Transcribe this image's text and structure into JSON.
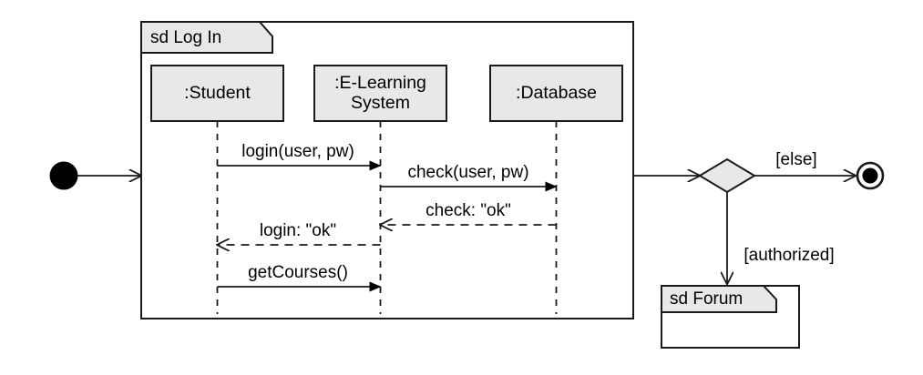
{
  "diagram": {
    "type": "uml-sequence-activity",
    "title_frame": {
      "label": "sd Log In"
    },
    "lifelines": [
      {
        "name": "student",
        "label": ":Student",
        "label_line2": ""
      },
      {
        "name": "elearning-system",
        "label": ":E-Learning",
        "label_line2": "System"
      },
      {
        "name": "database",
        "label": ":Database",
        "label_line2": ""
      }
    ],
    "messages": [
      {
        "name": "login-call",
        "label": "login(user, pw)",
        "style": "call",
        "direction": "right"
      },
      {
        "name": "check-call",
        "label": "check(user, pw)",
        "style": "call",
        "direction": "right"
      },
      {
        "name": "check-return",
        "label": "check: \"ok\"",
        "style": "return",
        "direction": "left"
      },
      {
        "name": "login-return",
        "label": "login: \"ok\"",
        "style": "return",
        "direction": "left"
      },
      {
        "name": "getcourses-call",
        "label": "getCourses()",
        "style": "call",
        "direction": "right"
      }
    ],
    "nodes": {
      "initial_node": {
        "name": "initial-node",
        "label": ""
      },
      "decision_node": {
        "name": "decision-diamond",
        "label": ""
      },
      "final_node": {
        "name": "activity-final-node",
        "label": ""
      },
      "forum_frame": {
        "name": "forum-interaction-use",
        "label": "sd Forum"
      }
    },
    "guards": [
      {
        "name": "guard-else",
        "label": "[else]"
      },
      {
        "name": "guard-authorized",
        "label": "[authorized]"
      }
    ],
    "colors": {
      "box_fill": "#e8e8e8",
      "stroke": "#1a1a1a",
      "canvas": "#ffffff",
      "node_fill": "#000000"
    }
  }
}
